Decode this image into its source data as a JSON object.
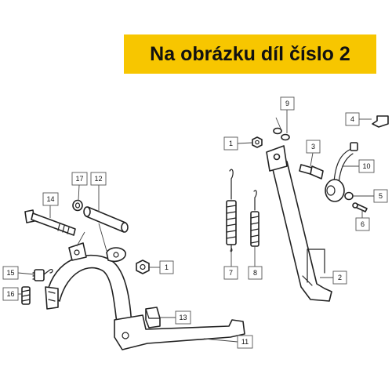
{
  "banner": {
    "text": "Na obrázku díl číslo 2",
    "background": "#f7c600"
  },
  "callouts": [
    {
      "id": "c1a",
      "label": "1"
    },
    {
      "id": "c1b",
      "label": "1"
    },
    {
      "id": "c2",
      "label": "2"
    },
    {
      "id": "c3",
      "label": "3"
    },
    {
      "id": "c4",
      "label": "4"
    },
    {
      "id": "c5",
      "label": "5"
    },
    {
      "id": "c6",
      "label": "6"
    },
    {
      "id": "c7",
      "label": "7"
    },
    {
      "id": "c8",
      "label": "8"
    },
    {
      "id": "c9",
      "label": "9"
    },
    {
      "id": "c10",
      "label": "10"
    },
    {
      "id": "c11",
      "label": "11"
    },
    {
      "id": "c12",
      "label": "12"
    },
    {
      "id": "c13",
      "label": "13"
    },
    {
      "id": "c14",
      "label": "14"
    },
    {
      "id": "c15",
      "label": "15"
    },
    {
      "id": "c16",
      "label": "16"
    },
    {
      "id": "c17",
      "label": "17"
    }
  ]
}
